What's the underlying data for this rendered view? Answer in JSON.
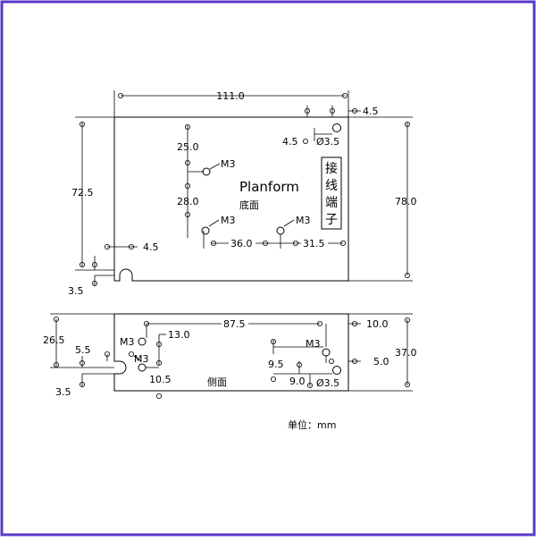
{
  "colors": {
    "frame": "#5a38c8",
    "ink": "#000000",
    "background": "#ffffff"
  },
  "planform": {
    "title": "Planform",
    "subtitle": "底面",
    "terminal_label": [
      "接",
      "线",
      "端",
      "子"
    ],
    "dims": {
      "width": "111.0",
      "right_gap": "4.5",
      "hole_offset": "4.5",
      "hole_diameter": "Ø3.5",
      "top_hole": "25.0",
      "mid_hole": "28.0",
      "height_left": "72.5",
      "height_right": "78.0",
      "bottom_gap": "4.5",
      "slot": "3.5",
      "hole_spacing_a": "36.0",
      "hole_spacing_b": "31.5"
    },
    "screws": [
      "M3",
      "M3",
      "M3"
    ]
  },
  "side": {
    "subtitle": "侧面",
    "dims": {
      "length": "87.5",
      "right_top": "10.0",
      "height_right": "37.0",
      "right_mid": "5.0",
      "left_height": "26.5",
      "left_offset": "5.5",
      "bottom_slot": "3.5",
      "hole_a": "13.0",
      "hole_b": "10.5",
      "hole_c": "9.5",
      "hole_d": "9.0",
      "hole_diameter": "Ø3.5"
    },
    "screws": [
      "M3",
      "M3",
      "M3"
    ]
  },
  "unit_label": "单位：mm"
}
